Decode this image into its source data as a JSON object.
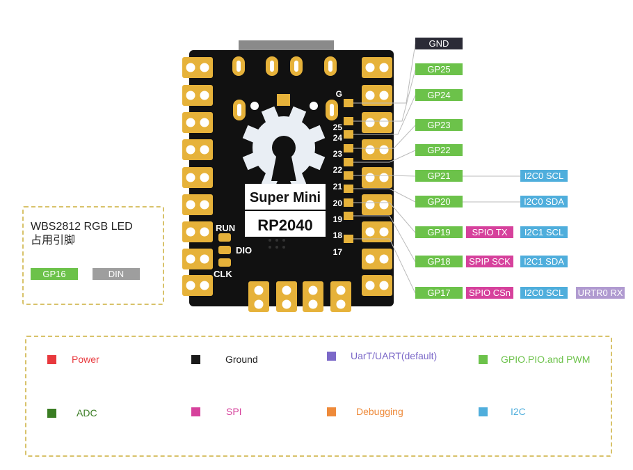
{
  "board": {
    "name_line1": "Super Mini",
    "name_line2": "RP2040",
    "pad_run": "RUN",
    "pad_dio": "DIO",
    "pad_clk": "CLK"
  },
  "pin_numbers": [
    "G",
    "25",
    "24",
    "23",
    "22",
    "21",
    "20",
    "19",
    "18",
    "17"
  ],
  "pins": [
    {
      "name": "GND",
      "extras": []
    },
    {
      "name": "GP25",
      "extras": []
    },
    {
      "name": "GP24",
      "extras": []
    },
    {
      "name": "GP23",
      "extras": []
    },
    {
      "name": "GP22",
      "extras": []
    },
    {
      "name": "GP21",
      "extras": [
        "I2C0 SCL"
      ]
    },
    {
      "name": "GP20",
      "extras": [
        "I2C0 SDA"
      ]
    },
    {
      "name": "GP19",
      "extras": [
        "SPIO TX",
        "I2C1 SCL"
      ]
    },
    {
      "name": "GP18",
      "extras": [
        "SPIP SCK",
        "I2C1 SDA"
      ]
    },
    {
      "name": "GP17",
      "extras": [
        "SPIO CSn",
        "I2C0 SCL",
        "URTR0 RX"
      ]
    }
  ],
  "led_note": {
    "title_line1": "WBS2812 RGB LED",
    "title_line2": "占用引脚",
    "gpio": "GP16",
    "din": "DIN"
  },
  "legend": [
    {
      "label": "Power",
      "color": "#e8383d"
    },
    {
      "label": "Ground",
      "color": "#1a1a1a"
    },
    {
      "label": "UarT/UART(default)",
      "color": "#7b68c8"
    },
    {
      "label": "GPIO.PIO.and PWM",
      "color": "#6cc24a"
    },
    {
      "label": "ADC",
      "color": "#3a7d23"
    },
    {
      "label": "SPI",
      "color": "#d6419c"
    },
    {
      "label": "Debugging",
      "color": "#ee8a3a"
    },
    {
      "label": "I2C",
      "color": "#4faedc"
    }
  ],
  "colors": {
    "gnd": "#2b2b36",
    "gpio": "#6cc24a",
    "spi": "#d6419c",
    "i2c": "#4faedc",
    "uart": "#b09ad0",
    "gray": "#9e9e9e",
    "board": "#111111",
    "gold": "#e6b23a"
  }
}
